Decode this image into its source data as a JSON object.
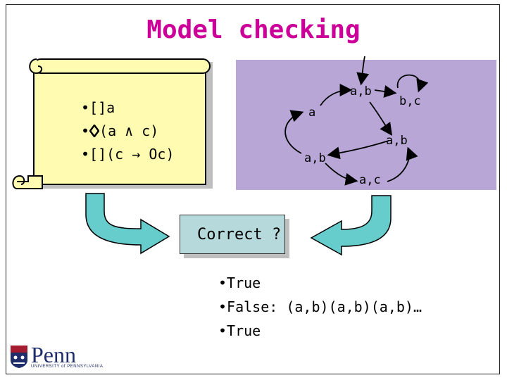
{
  "title": "Model checking",
  "spec": {
    "lines": [
      "•[]a",
      "•",
      "(a ∧ c)",
      "•[](c → Oc)"
    ]
  },
  "model": {
    "nodes": {
      "a": "a",
      "ab_top": "a,b",
      "bc": "b,c",
      "ab_right": "a,b",
      "ab_left": "a,b",
      "ac": "a,c"
    }
  },
  "question": "Correct ?",
  "results": [
    "•True",
    "•False: (a,b)(a,b)(a,b)…",
    "•True"
  ],
  "logo": {
    "word": "Penn",
    "sub": "UNIVERSITY of PENNSYLVANIA"
  },
  "colors": {
    "title": "#cc0099",
    "scroll": "#fffbb0",
    "model_bg": "#b7a6d6",
    "correct_bg": "#b6dadc",
    "arrow": "#66cccc"
  }
}
